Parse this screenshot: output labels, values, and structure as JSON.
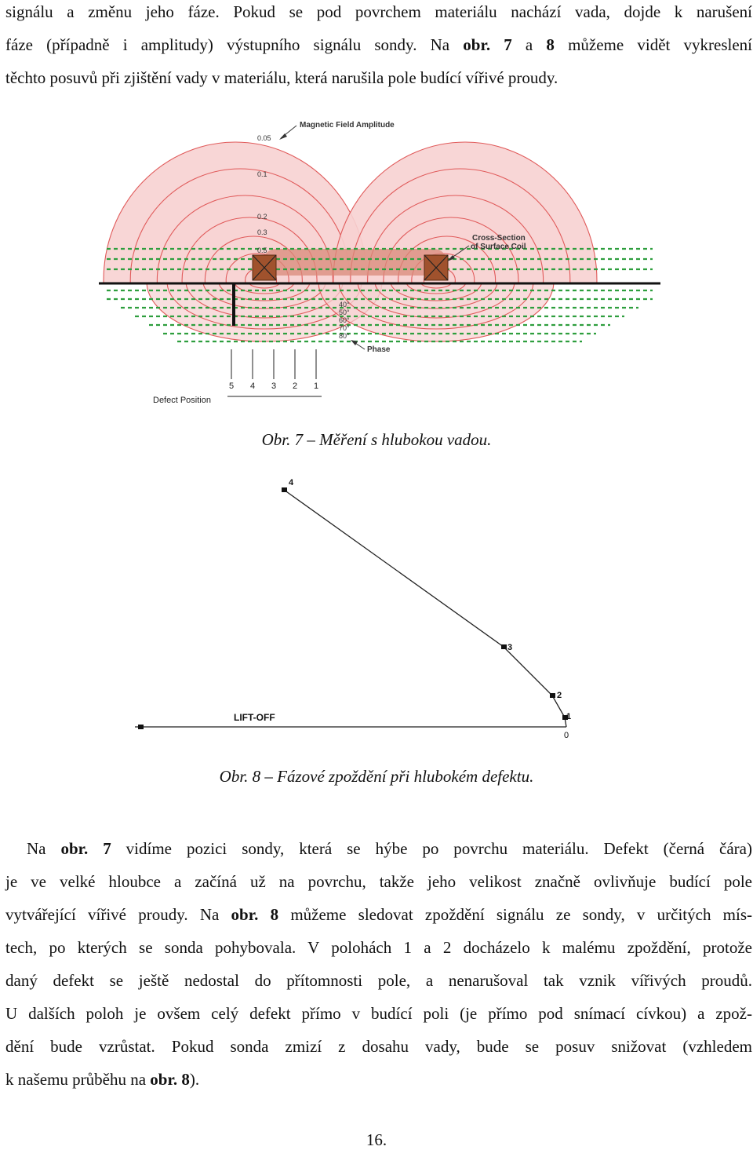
{
  "para_top": {
    "lines": [
      [
        "signálu a změnu jeho fáze. Pokud se pod povrchem materiálu nachází vada, dojde k narušení"
      ],
      [
        "fáze (případně i amplitudy) výstupního signálu sondy. Na ",
        {
          "b": "obr."
        },
        " ",
        {
          "b": "7"
        },
        " a ",
        {
          "b": "8"
        },
        " můžeme vidět vykreslení"
      ],
      [
        "těchto posuvů při zjištění vady v materiálu, která narušila pole budící vířivé proudy."
      ]
    ]
  },
  "figure7": {
    "amplitude_title": "Magnetic Field Amplitude",
    "amplitude_levels": [
      "0.05",
      "0.1",
      "0.2",
      "0.3",
      "0.5"
    ],
    "coil_label_line1": "Cross-Section",
    "coil_label_line2": "of Surface Coil",
    "phase_levels": [
      "40°",
      "50°",
      "60°",
      "70°",
      "80°"
    ],
    "phase_label": "Phase",
    "defect_label": "Defect Position",
    "positions": [
      "5",
      "4",
      "3",
      "2",
      "1"
    ],
    "colors": {
      "field_fill": "#f7d2d2",
      "field_line": "#e05a5a",
      "coil": "#a0522d",
      "phase_line": "#2e9e3e"
    }
  },
  "caption7": "Obr. 7 – Měření s hlubokou vadou.",
  "figure8": {
    "liftoff_label": "LIFT-OFF",
    "points": [
      "4",
      "3",
      "2",
      "1",
      "0"
    ]
  },
  "caption8": "Obr. 8 – Fázové zpoždění při hlubokém defektu.",
  "para_bottom": {
    "lines": [
      [
        "Na ",
        {
          "b": "obr."
        },
        " ",
        {
          "b": "7"
        },
        " vidíme pozici sondy, která se hýbe po povrchu materiálu. Defekt (černá čára)"
      ],
      [
        "je ve velké hloubce a začíná už na povrchu, takže jeho velikost značně ovlivňuje budící pole"
      ],
      [
        "vytvářející vířivé proudy. Na ",
        {
          "b": "obr."
        },
        " ",
        {
          "b": "8"
        },
        " můžeme sledovat zpoždění signálu ze sondy, v určitých mís-"
      ],
      [
        "tech, po kterých se sonda pohybovala. V polohách 1 a 2 docházelo k malému zpoždění, protože"
      ],
      [
        "daný defekt se ještě nedostal do přítomnosti pole, a nenarušoval tak vznik vířivých proudů."
      ],
      [
        "U dalších poloh je ovšem celý defekt přímo v budící poli (je přímo pod snímací cívkou) a zpož-"
      ],
      [
        "dění bude vzrůstat. Pokud sonda zmizí z dosahu vady, bude se posuv snižovat (vzhledem"
      ],
      [
        "k našemu průběhu na ",
        {
          "b": "obr."
        },
        " ",
        {
          "b": "8"
        },
        ")."
      ]
    ]
  },
  "page_number": "16."
}
